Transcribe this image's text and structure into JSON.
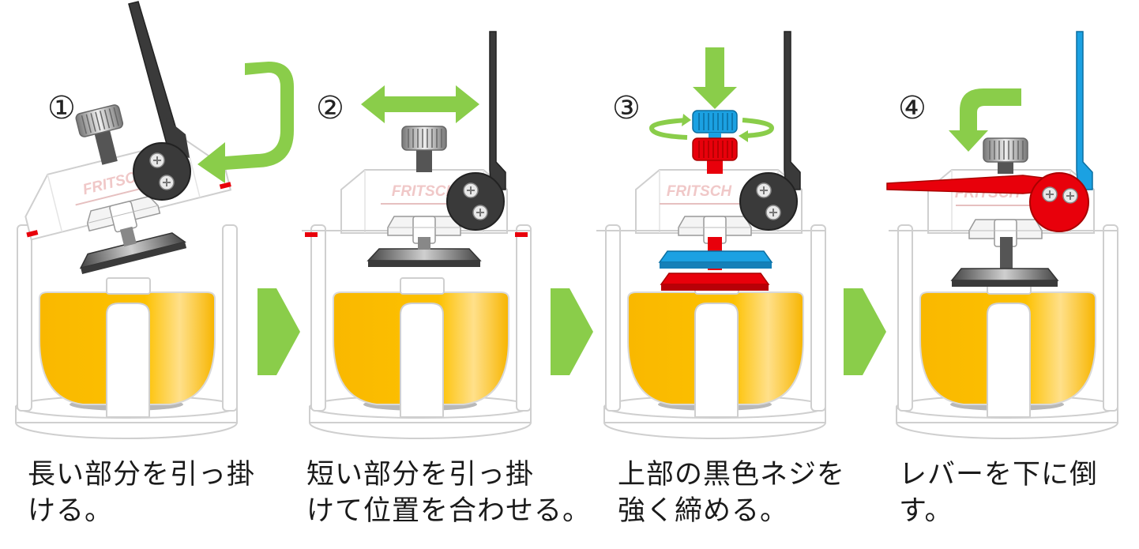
{
  "steps": [
    {
      "number": "①",
      "brand": "FRITSCH",
      "caption": "長い部分を引っ掛\nける。"
    },
    {
      "number": "②",
      "brand": "FRITSCH",
      "caption": "短い部分を引っ掛\nけて位置を合わせる。"
    },
    {
      "number": "③",
      "brand": "FRITSCH",
      "caption": "上部の黒色ネジを\n強く締める。"
    },
    {
      "number": "④",
      "brand": "FRITSCH",
      "caption": "レバーを下に倒す。"
    }
  ],
  "colors": {
    "bowl": "#FDC100",
    "arrow": "#8ACD4A",
    "lever": "#3A3A3A",
    "blue": "#1BA1E2",
    "red": "#E8000B",
    "frame": "#D8D8D8"
  },
  "icons": [
    "step-arrow-icon",
    "rotate-arrow-icon",
    "swap-arrow-icon",
    "down-arrow-icon"
  ]
}
